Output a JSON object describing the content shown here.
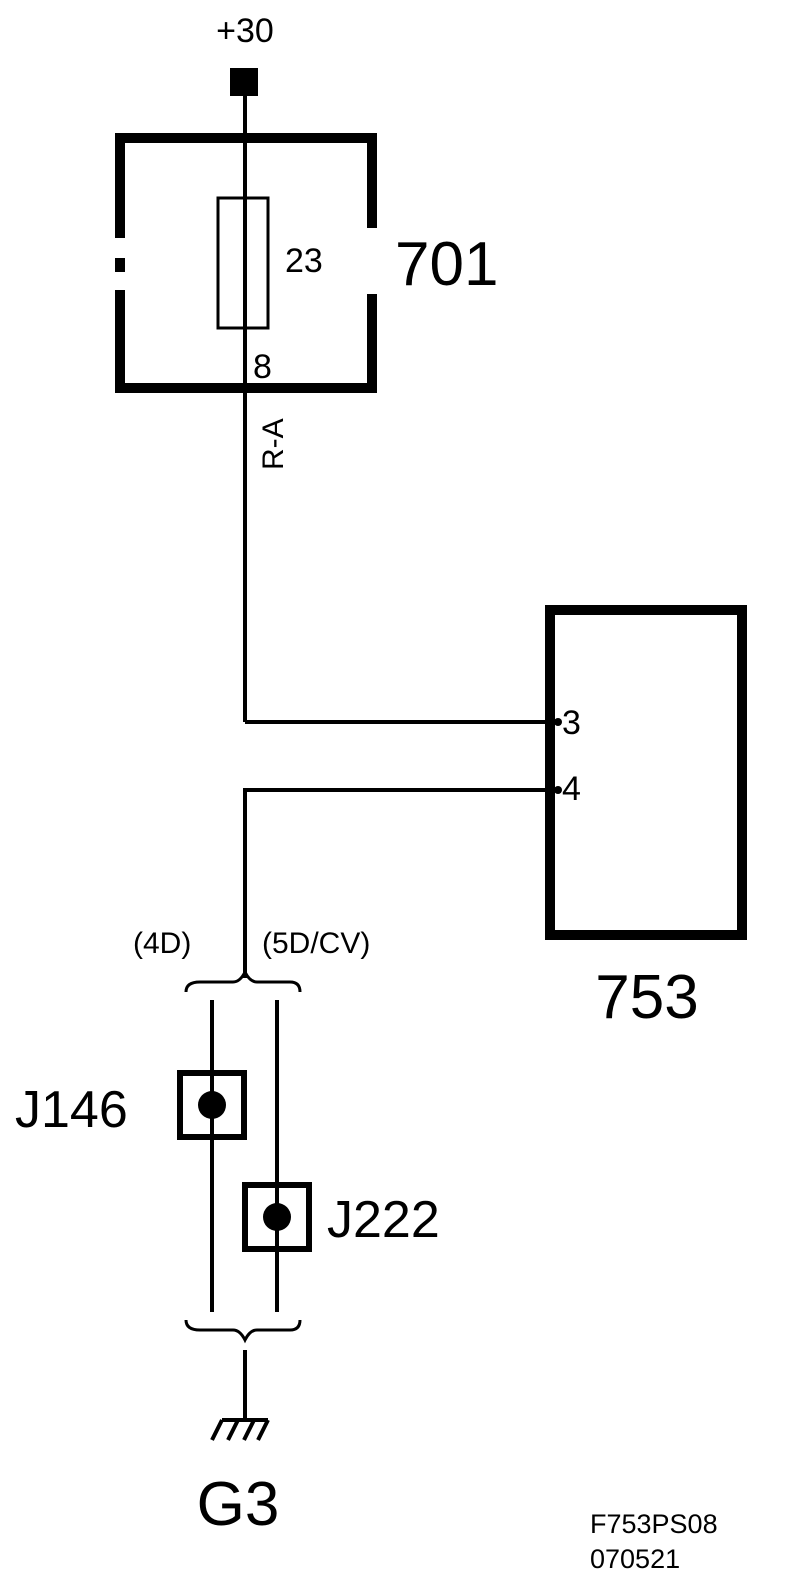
{
  "supply": {
    "label": "+30"
  },
  "fuse_box": {
    "label": "701",
    "fuse_number": "23",
    "pin": "8"
  },
  "wire": {
    "color_code": "R-A"
  },
  "unit": {
    "label": "753",
    "pin_a": "3",
    "pin_b": "4"
  },
  "variants": {
    "left": "(4D)",
    "right": "(5D/CV)"
  },
  "connectors": {
    "first": "J146",
    "second": "J222"
  },
  "ground": {
    "label": "G3"
  },
  "drawing": {
    "code": "F753PS08",
    "date": "070521"
  },
  "colors": {
    "ink": "#000000",
    "background": "#ffffff"
  }
}
